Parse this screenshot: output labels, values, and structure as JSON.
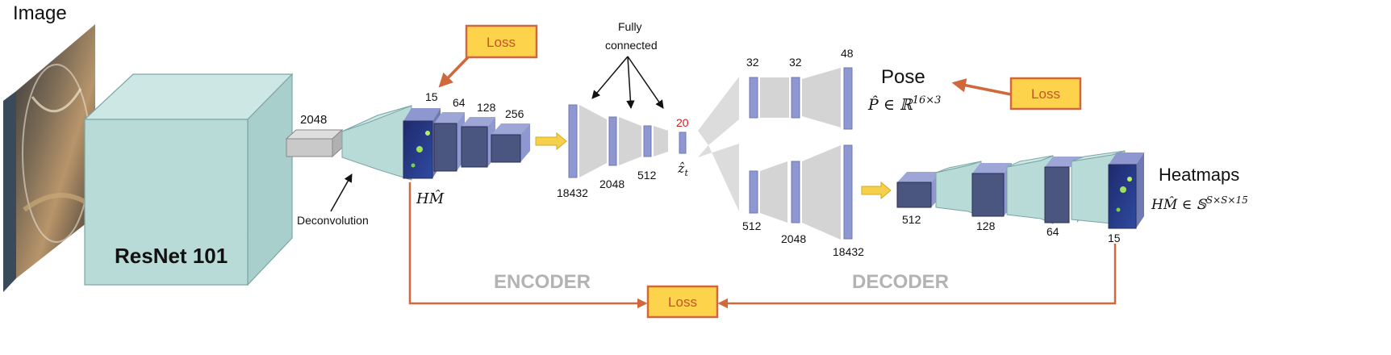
{
  "title": "Image",
  "backbone": "ResNet 101",
  "labels": {
    "dim_2048": "2048",
    "deconvolution": "Deconvolution",
    "fully_connected_1": "Fully",
    "fully_connected_2": "connected",
    "latent_dim": "20",
    "latent_symbol": "ẑ",
    "latent_sub": "t",
    "hm_symbol": "HM̂",
    "encoder": "ENCODER",
    "decoder": "DECODER",
    "pose": "Pose",
    "pose_formula": "P̂ ∈ ℝ",
    "pose_formula_sup": "16×3",
    "heatmaps": "Heatmaps",
    "heatmap_formula": "HM̂ ∈ 𝕊",
    "heatmap_formula_sup": "S×S×15",
    "loss": "Loss"
  },
  "encoder_dims": [
    "15",
    "64",
    "128",
    "256"
  ],
  "encoder_fc_dims": [
    "18432",
    "2048",
    "512"
  ],
  "pose_branch_dims": [
    "32",
    "32",
    "48"
  ],
  "heatmap_fc_dims": [
    "512",
    "2048",
    "18432"
  ],
  "decoder_dims": [
    "512",
    "128",
    "64",
    "15"
  ],
  "colors": {
    "teal_block": "#b9dbd8",
    "teal_edge": "#7aa6a6",
    "gray_block": "#c9c9c9",
    "navy": "#4a5580",
    "lavender": "#8e97cf",
    "fc_gray": "#d4d4d4",
    "loss_fill": "#fdd34b",
    "loss_border": "#d0683c",
    "arrow_orange": "#d0683c",
    "arrow_yellow": "#f5d04a",
    "section_gray": "#b3b3b3",
    "latent_red": "#cc1f1f"
  }
}
